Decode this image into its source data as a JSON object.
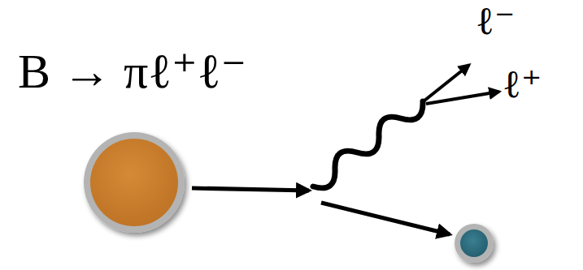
{
  "diagram": {
    "title": "B → πℓ⁺ℓ⁻",
    "labels": [
      "ℓ⁻",
      "ℓ⁺"
    ]
  }
}
